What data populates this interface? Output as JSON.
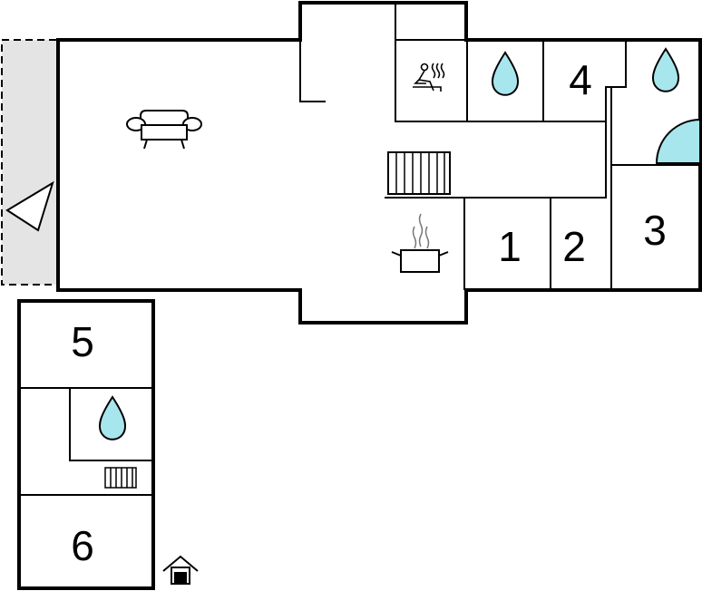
{
  "floorplan": {
    "colors": {
      "wall": "#000000",
      "water": "#a8e6ee",
      "terrace": "#e4e4e4",
      "background": "#ffffff"
    },
    "rooms": [
      {
        "id": "1",
        "label": "1"
      },
      {
        "id": "2",
        "label": "2"
      },
      {
        "id": "3",
        "label": "3"
      },
      {
        "id": "4",
        "label": "4"
      },
      {
        "id": "5",
        "label": "5"
      },
      {
        "id": "6",
        "label": "6"
      }
    ],
    "icons": [
      "sofa-icon",
      "sauna-icon",
      "water-drop-icon",
      "stairs-icon",
      "cooking-pot-icon",
      "entrance-icon",
      "terrace-arrow-icon"
    ]
  }
}
